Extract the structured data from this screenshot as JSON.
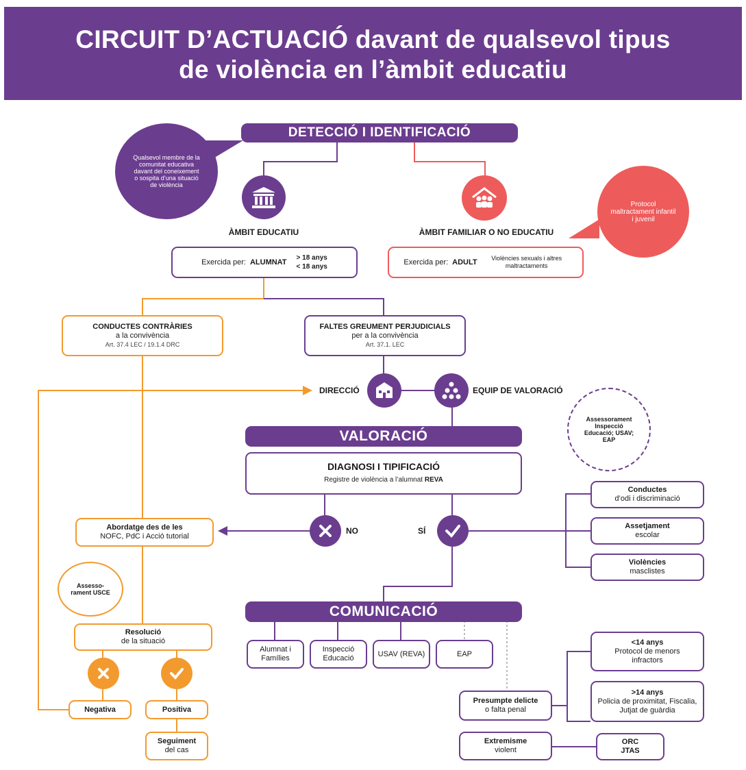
{
  "header": {
    "line1": "CIRCUIT D’ACTUACIÓ davant de qualsevol tipus",
    "line2": "de violència en l’àmbit educatiu"
  },
  "colors": {
    "purple": "#6b3d8f",
    "orange": "#f39a2e",
    "red": "#ee5b5b"
  },
  "detection": {
    "title": "DETECCIÓ I IDENTIFICACIÓ"
  },
  "bubble_left": "Qualsevol membre de la comunitat educativa davant del coneixement o sospita d’una situació de violència",
  "bubble_right": "Protocol maltractament infantil i juvenil",
  "educational": {
    "icon": "school-building-icon",
    "label": "ÀMBIT EDUCATIU",
    "exercised_prefix": "Exercida per:",
    "exercised_by": "ALUMNAT",
    "age1": "> 18 anys",
    "age2": "< 18 anys"
  },
  "family": {
    "icon": "home-family-icon",
    "label": "ÀMBIT FAMILIAR O NO EDUCATIU",
    "exercised_prefix": "Exercida per:",
    "exercised_by": "ADULT",
    "detail": "Violències sexuals i altres maltractaments"
  },
  "contrary": {
    "title": "CONDUCTES CONTRÀRIES",
    "sub": "a la convivència",
    "ref": "Art. 37.4 LEC / 19.1.4 DRC"
  },
  "serious": {
    "title": "FALTES GREUMENT PERJUDICIALS",
    "sub": "per a la convivència",
    "ref": "Art. 37.1. LEC"
  },
  "direction": {
    "label": "DIRECCIÓ"
  },
  "team": {
    "label": "EQUIP DE VALORACIÓ"
  },
  "advice_bubble": "Assessorament Inspecció Educació; USAV; EAP",
  "valuation": {
    "title": "VALORACIÓ"
  },
  "diagnosis": {
    "title": "DIAGNOSI I TIPIFICACIÓ",
    "register_prefix": "Registre de violència a l’alumnat",
    "register_tool": "REVA"
  },
  "no": {
    "label": "NO"
  },
  "yes": {
    "label": "SÍ"
  },
  "approach": {
    "title": "Abordatge des de les",
    "sub": "NOFC, PdC i Acció tutorial"
  },
  "usce_bubble": "Assesso- rament USCE",
  "types": [
    {
      "title": "Conductes",
      "sub": "d’odi i discriminació"
    },
    {
      "title": "Assetjament",
      "sub": "escolar"
    },
    {
      "title": "Violències",
      "sub": "masclistes"
    }
  ],
  "communication": {
    "title": "COMUNICACIÓ"
  },
  "comm_targets": [
    "Alumnat i Famílies",
    "Inspecció Educació",
    "USAV (REVA)",
    "EAP"
  ],
  "resolution": {
    "title": "Resolució",
    "sub": "de la situació"
  },
  "negative": "Negativa",
  "positive": "Positiva",
  "followup": {
    "title": "Seguiment",
    "sub": "del cas"
  },
  "crime": {
    "title": "Presumpte delicte",
    "sub": "o falta penal"
  },
  "extremism": {
    "title": "Extremisme",
    "sub": "violent"
  },
  "under14": {
    "title": "<14 anys",
    "sub": "Protocol de menors infractors"
  },
  "over14": {
    "title": ">14 anys",
    "sub": "Policia de proximitat, Fiscalia, Jutjat de guàrdia"
  },
  "orc": {
    "title": "ORC",
    "sub": "JTAS"
  }
}
